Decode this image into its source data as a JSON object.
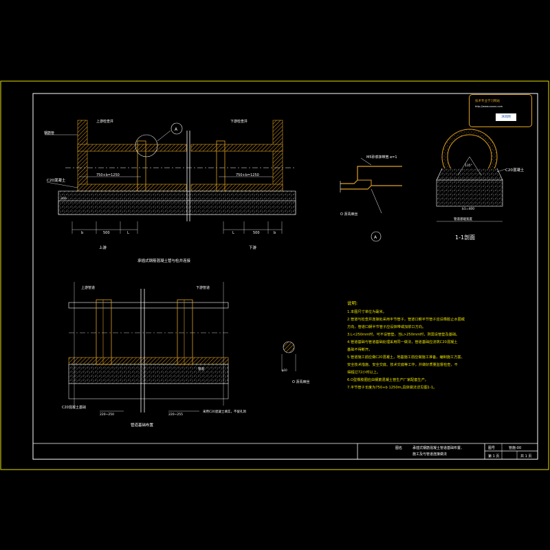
{
  "labels": {
    "upstream_well": "上游检查井",
    "downstream_well": "下游检查井",
    "pipe_label": "钢筋管",
    "c20_label": "C20混凝土",
    "dim_left": "750+b=1250",
    "dim_right": "750+b=1250",
    "dim_500_left": "500",
    "dim_500_right": "500",
    "b_left": "b",
    "l_left": "L",
    "l_right": "L",
    "b_right": "b",
    "h_left": "200",
    "upstream_caption": "上游",
    "downstream_caption": "下游",
    "section_plan_title": "承插式钢筋混凝土管与检井连接",
    "detail_a_marker": "A",
    "detail_a_label": "A",
    "detail_a_note": "M5砂浆抹带宽 e=1",
    "detail_a_caption": "O 沥青麻丝",
    "section_11_title": "1-1剖面",
    "section_11_c20": "C20混凝土",
    "section_11_angle": "135°",
    "section_11_width": "b1=400",
    "section_11_bottom": "管道基础宽度",
    "lower_up": "上游管道",
    "lower_down": "下游管道",
    "lower_c20": "C20混凝土基础",
    "lower_dim1": "220~250",
    "lower_dim2": "220~255",
    "lower_note": "采用C20混凝土填实，不留孔洞",
    "lower_pipe": "管道",
    "lower_base_title": "管道基础布置",
    "joint_caption": "O 沥青麻丝",
    "joint_dim": "φ10",
    "stamp_line1": "技术专业学习网站",
    "stamp_line2": "http://www.xxxxx.com",
    "stamp_logo": "沐风网",
    "notes_title": "说明:",
    "notes": [
      "1.本图尺寸单位为毫米。",
      "2.管道与检查井连接处采用半节管子，管道口朝半节管子应设橡胶止水圈或",
      "方向，管道口朝半节管子应设抹带或加浆口方向。",
      "3.L<250mm时，可不设管垫，当L>250mm时，则需设管垫及基础。",
      "4.管道基础与管道基础处理采用同一做法，管道基础应浇筑C20混凝土",
      "  基础不得断开。",
      "5.管道施工前应做C20混凝土，地基施工前应做施工准备，编制施工方案、",
      "  安全技术措施、安全交底、技术交底等工作，并做好质量监督检查，不",
      "  得超过72小时以上。",
      "6.O型橡胶圈应由钢筋混凝土管生产厂家配套生产。",
      "7.半节管子长度为750+b 1250m,具体做法详见图1-1。"
    ],
    "title_label": "图名",
    "title_line1": "承插式钢筋混凝土管道基础布置、",
    "title_line2": "施工及与管道连接做法",
    "drawing_no_label": "图号",
    "drawing_no": "管施-00",
    "sheet_label": "第 1 页",
    "total_label": "共 1 页"
  },
  "colors": {
    "border": "#e8e000",
    "frame": "#ffffff",
    "pipe": "#e0a020",
    "concrete": "#c8c8c8",
    "text": "#ffffff",
    "cyan": "#30c8d8"
  }
}
